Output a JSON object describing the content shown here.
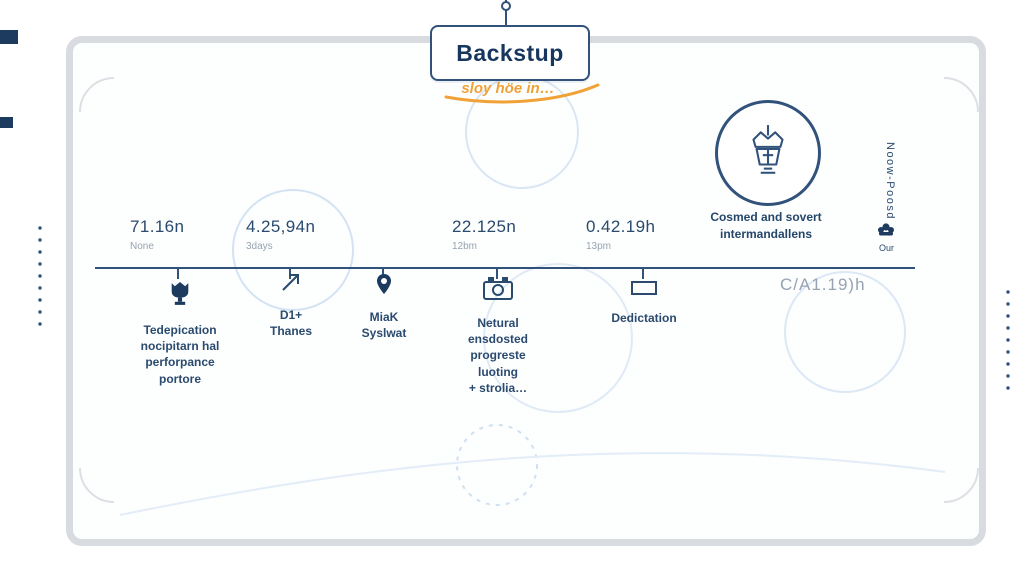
{
  "banner": {
    "title": "Backstup",
    "subtitle": "sloy höe in…"
  },
  "timeline": {
    "end_label": "C/A1.19)h",
    "times": [
      {
        "time": "71.16n",
        "sub": "None"
      },
      {
        "time": "4.25,94n",
        "sub": "3days"
      },
      {
        "time": "22.125n",
        "sub": "12bm"
      },
      {
        "time": "0.42.19h",
        "sub": "13pm"
      }
    ],
    "items": [
      {
        "icon": "trophy-icon",
        "label": "Tedepication\nnocipitarn hal\nperforpance\nportore"
      },
      {
        "icon": "arrow-up-right-icon",
        "label": "D1+\nThanes"
      },
      {
        "icon": "location-pin-icon",
        "label": "MiaK\nSyslwat"
      },
      {
        "icon": "camera-icon",
        "label": "Netural\nensdosted\nprogreste\nluoting\n+ strolia…"
      },
      {
        "icon": "card-icon",
        "label": "Dedictation"
      }
    ]
  },
  "badge": {
    "icon": "trophy-crown-icon",
    "caption": "Cosmed and sovert\nintermandallens"
  },
  "side_right": {
    "vertical_label": "Noow-Poosd",
    "icon": "group-icon",
    "icon_label": "Our"
  },
  "colors": {
    "navy": "#31527a",
    "text_navy": "#2a4a6e",
    "orange": "#f0a236",
    "light_blue": "#cfe0f1",
    "gray": "#97a3b2",
    "frame_gray": "#d8dce1"
  }
}
